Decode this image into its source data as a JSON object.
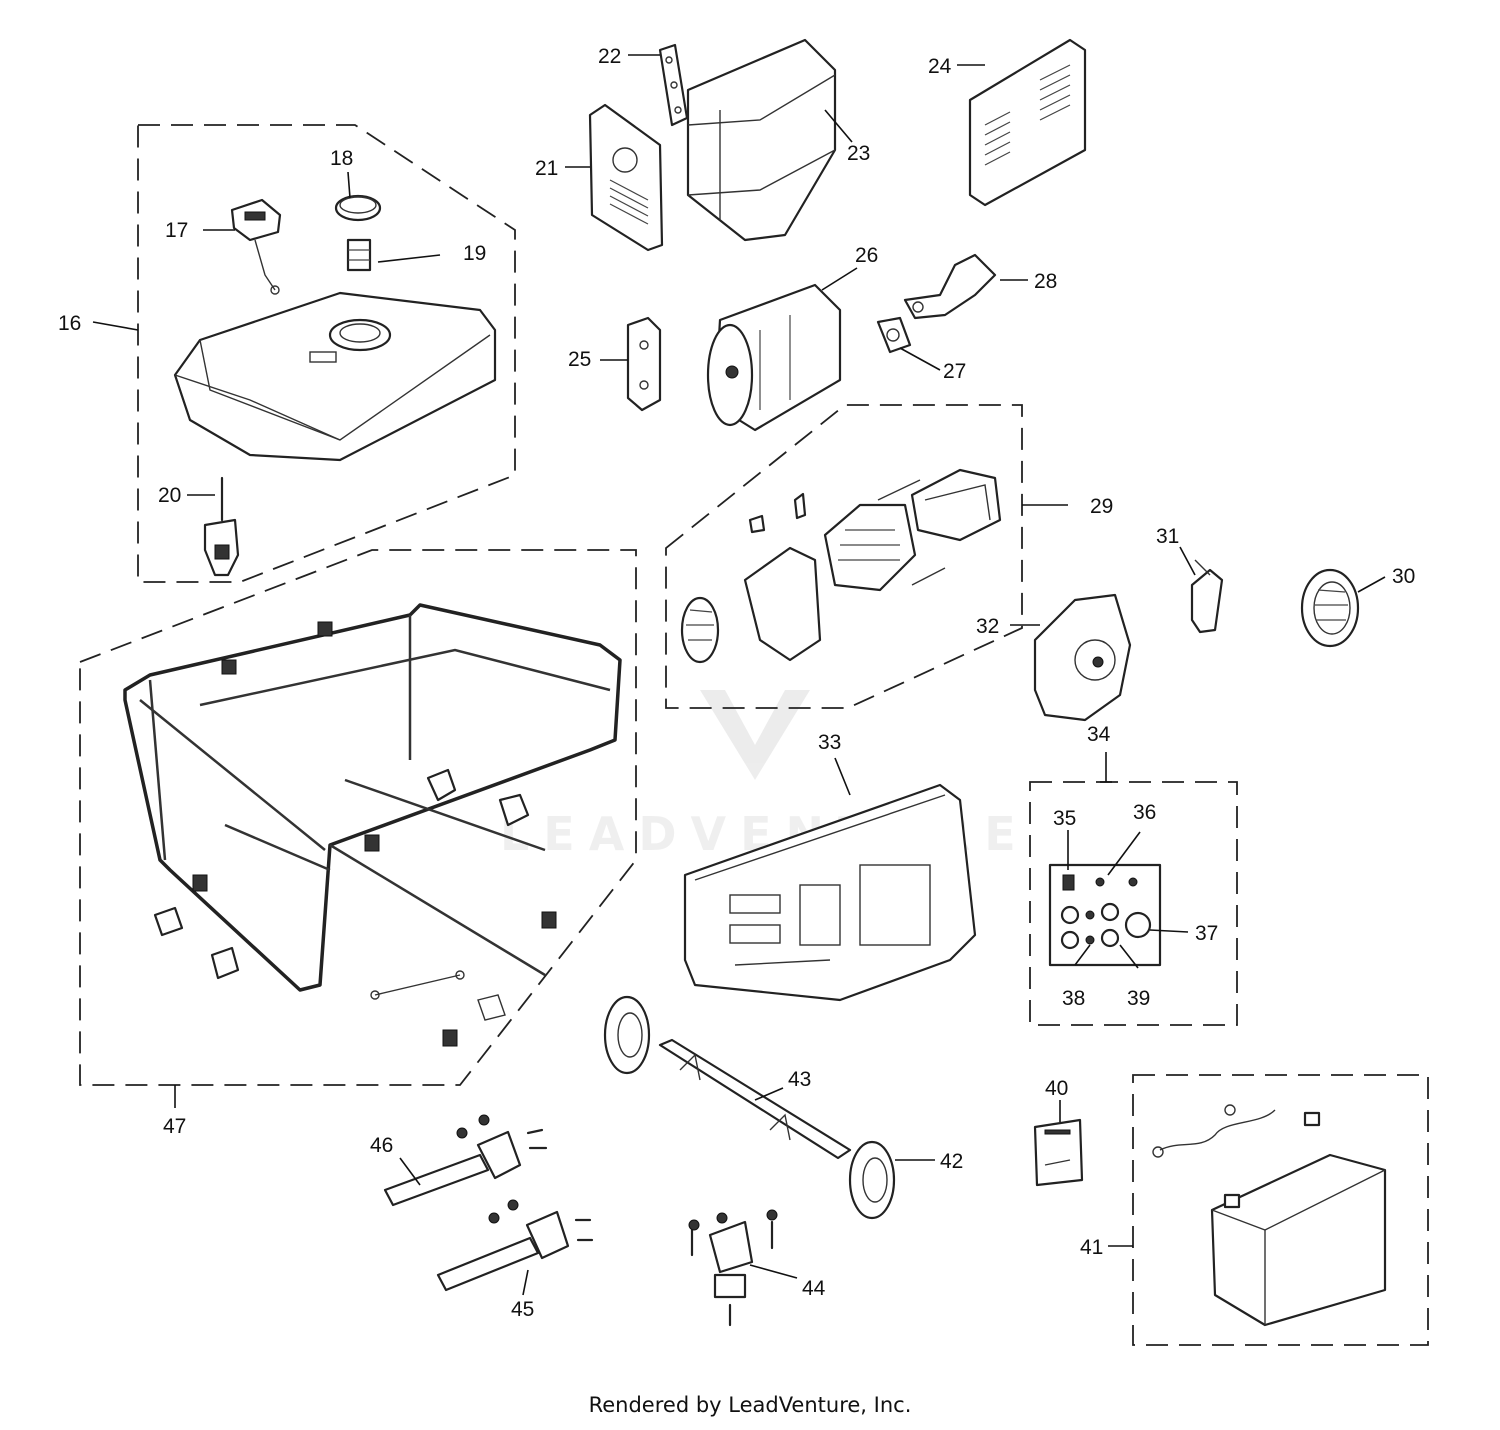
{
  "watermark": "LEADVENTURE",
  "footer": "Rendered by LeadVenture, Inc.",
  "callouts": {
    "c16": "16",
    "c17": "17",
    "c18": "18",
    "c19": "19",
    "c20": "20",
    "c21": "21",
    "c22": "22",
    "c23": "23",
    "c24": "24",
    "c25": "25",
    "c26": "26",
    "c27": "27",
    "c28": "28",
    "c29": "29",
    "c30": "30",
    "c31": "31",
    "c32": "32",
    "c33": "33",
    "c34": "34",
    "c35": "35",
    "c36": "36",
    "c37": "37",
    "c38": "38",
    "c39": "39",
    "c40": "40",
    "c41": "41",
    "c42": "42",
    "c43": "43",
    "c44": "44",
    "c45": "45",
    "c46": "46",
    "c47": "47"
  }
}
